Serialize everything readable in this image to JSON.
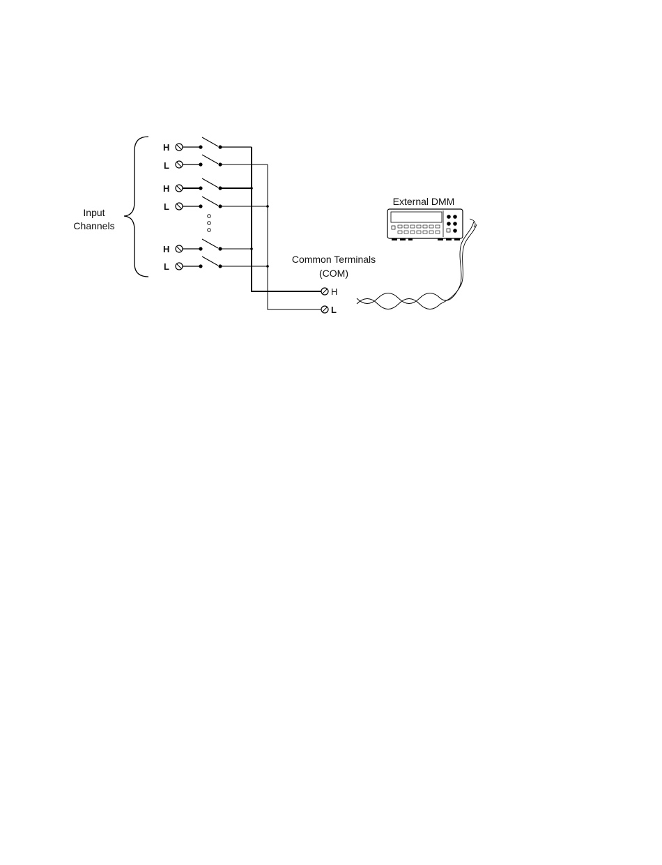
{
  "group_label": {
    "line1": "Input",
    "line2": "Channels"
  },
  "channels": [
    {
      "h_label": "H",
      "l_label": "L"
    },
    {
      "h_label": "H",
      "l_label": "L"
    },
    {
      "h_label": "H",
      "l_label": "L"
    }
  ],
  "common_terminals": {
    "line1": "Common Terminals",
    "line2": "(COM)",
    "h_label": "H",
    "l_label": "L"
  },
  "dmm": {
    "label": "External DMM"
  },
  "icons": {
    "terminal": "screw-terminal-icon",
    "switch": "switch-icon",
    "brace": "curly-brace-icon",
    "ellipsis": "vertical-ellipsis-icon",
    "meter": "multimeter-icon",
    "cable": "twisted-pair-cable-icon"
  }
}
